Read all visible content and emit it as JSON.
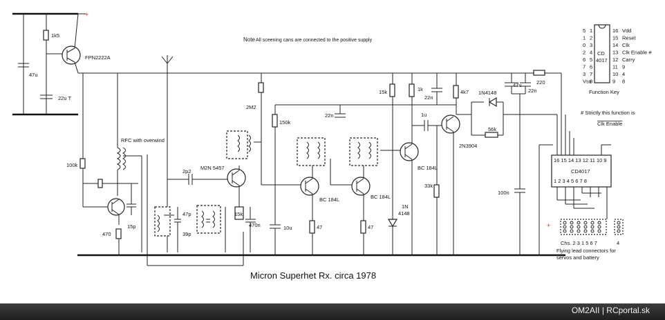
{
  "title": "Micron Superhet Rx.  circa 1978",
  "note": {
    "prefix": "Note",
    "text": "All sceening cans are connected to the positive supply"
  },
  "supply_marker": "+",
  "labels": {
    "r_1k5": "1k5",
    "q_fpn": "FPN2222A",
    "c_47u_left": "47u",
    "c_22u": "22u T",
    "rfc": "RFC with overwind",
    "r_100k": "100k",
    "c_15p": "15p",
    "r_470": "470",
    "c_2p2": "2p2",
    "q_m2n": "M2N 5457",
    "c_47p": "47p",
    "c_39p": "39p",
    "r_15k_a": "15k",
    "c_470n": "470n",
    "r_2m2": "2M2",
    "r_150k": "150k",
    "c_22n_a": "22n",
    "c_10u": "10u",
    "q_bc1": "BC 184L",
    "r_47_a": "47",
    "q_bc2": "BC 184L",
    "r_47_b": "47",
    "r_15k_b": "15k",
    "r_1k": "1k",
    "q_bc3": "BC 184L",
    "r_33k": "33k",
    "d_1n_a": "1N",
    "d_1n_b": "4148",
    "c_22n_b": "22n",
    "r_4k7": "4k7",
    "c_1u": "1u",
    "q_2n": "2N3904",
    "d_1n4148": "1N4148",
    "r_56k": "56k",
    "c_47u_right": "47u",
    "c_22n_c": "22n",
    "r_220": "220",
    "c_100n": "100n",
    "footnote_a": "# Strictly this function is",
    "footnote_b": "Clk Enable",
    "ic_name": "CD4017",
    "ic_top_pins": "16 15 14 13 12 11 10 9",
    "ic_bottom_pins": "1  2  3  4  5  6  7  8",
    "connector_plus": "+",
    "connector_label": "Chs. 2  3 1 5 6 7",
    "connector_4": "4",
    "connector_caption_a": "Flying lead connectors for",
    "connector_caption_b": "servos and battery"
  },
  "function_key": {
    "caption": "Function Key",
    "chip_line_a": "CD",
    "chip_line_b": "4017",
    "left": [
      {
        "pin": "1",
        "func": "5"
      },
      {
        "pin": "2",
        "func": "1"
      },
      {
        "pin": "3",
        "func": "0"
      },
      {
        "pin": "4",
        "func": "2"
      },
      {
        "pin": "5",
        "func": "6"
      },
      {
        "pin": "6",
        "func": "7"
      },
      {
        "pin": "7",
        "func": "3"
      },
      {
        "pin": "8",
        "func": "Vss"
      }
    ],
    "right": [
      {
        "pin": "16",
        "func": "Vdd"
      },
      {
        "pin": "15",
        "func": "Reset"
      },
      {
        "pin": "14",
        "func": "Clk"
      },
      {
        "pin": "13",
        "func": "Clk Enable #"
      },
      {
        "pin": "12",
        "func": "Carry"
      },
      {
        "pin": "11",
        "func": "9"
      },
      {
        "pin": "10",
        "func": "4"
      },
      {
        "pin": "9",
        "func": "8"
      }
    ]
  },
  "credit": "OM2AII | RCportal.sk"
}
